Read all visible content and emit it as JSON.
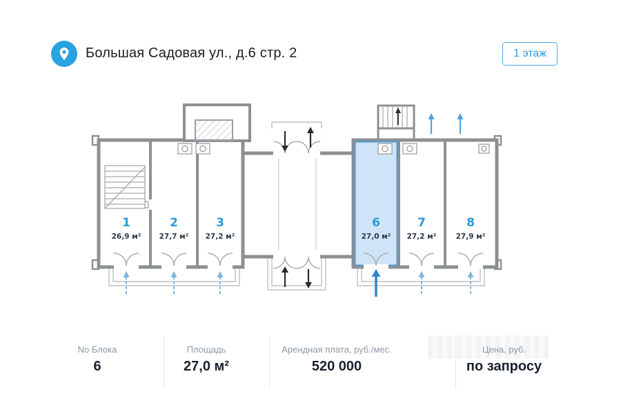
{
  "header": {
    "address": "Большая Садовая ул., д.6 стр. 2",
    "floor_label": "1 этаж"
  },
  "plan": {
    "selected_unit": "6",
    "units": [
      {
        "number": "1",
        "area": "26,9 м²"
      },
      {
        "number": "2",
        "area": "27,7 м²"
      },
      {
        "number": "3",
        "area": "27,2 м²"
      },
      {
        "number": "6",
        "area": "27,0 м²"
      },
      {
        "number": "7",
        "area": "27,2 м²"
      },
      {
        "number": "8",
        "area": "27,9 м²"
      }
    ],
    "colors": {
      "accent_blue": "#2e9bdf",
      "unit_number_blue": "#2d9ad6",
      "selected_fill": "#cfe4f6",
      "selected_border": "#4f9bd5",
      "entrance_arrow": "#2f87cb",
      "wall_gray": "#8d9093"
    }
  },
  "footer": {
    "columns": [
      {
        "label": "No Блока",
        "value": "6"
      },
      {
        "label": "Площадь",
        "value": "27,0 м²"
      },
      {
        "label": "Арендная плата, руб./мес.",
        "value": "520 000"
      },
      {
        "label": "Цена, руб.",
        "value": "по запросу"
      }
    ]
  }
}
